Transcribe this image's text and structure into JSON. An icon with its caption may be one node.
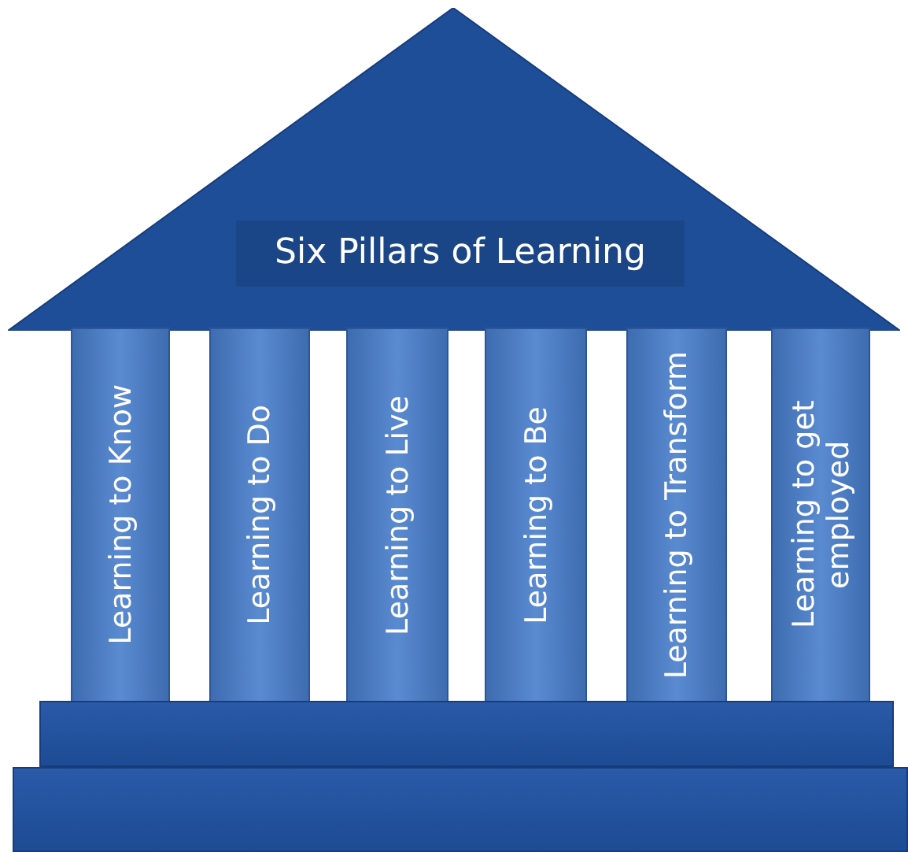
{
  "diagram": {
    "nodes": [
      {
        "text": [
          "Six Pillars of Learning"
        ]
      },
      {
        "text": [
          "Learning to Know"
        ]
      },
      {
        "text": [
          "Learning to Do"
        ]
      },
      {
        "text": [
          "Learning to Live"
        ]
      },
      {
        "text": [
          "Learning to Be"
        ]
      },
      {
        "text": [
          "Learning to Transform"
        ]
      },
      {
        "text": [
          "Learning to get employed"
        ]
      },
      {
        "text": [],
        "shape": "bar"
      },
      {
        "text": [],
        "shape": "bar"
      }
    ],
    "edges": []
  }
}
